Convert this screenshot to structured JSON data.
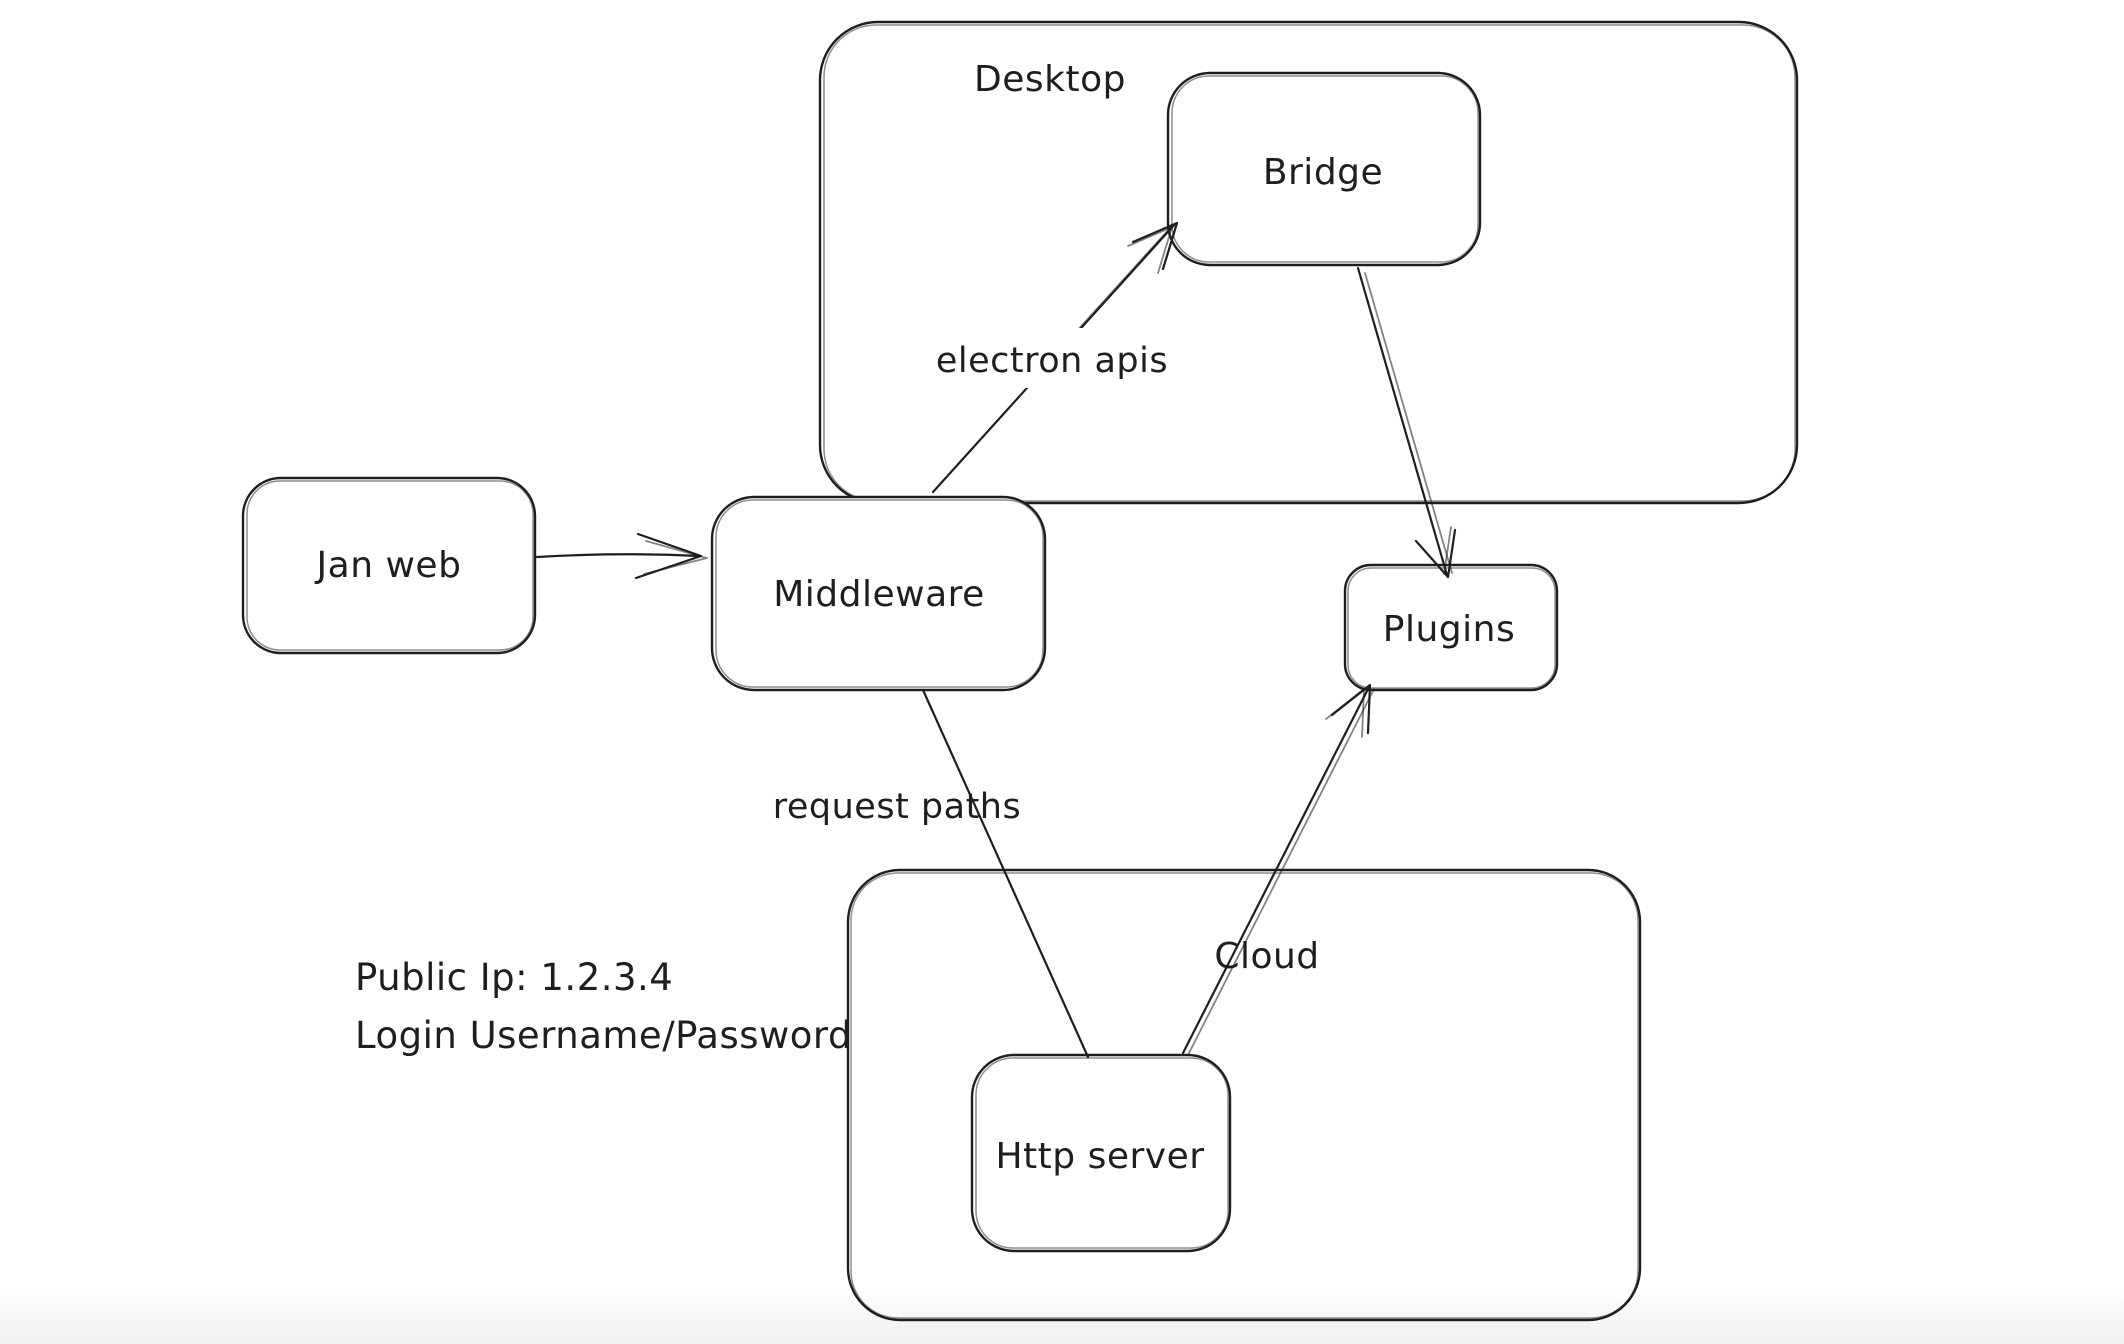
{
  "canvas": {
    "background": "#ffffff",
    "stroke_color": "#1e1e1e"
  },
  "containers": {
    "desktop": {
      "label": "Desktop"
    },
    "cloud": {
      "label": "Cloud"
    }
  },
  "nodes": {
    "jan_web": {
      "label": "Jan web"
    },
    "middleware": {
      "label": "Middleware"
    },
    "bridge": {
      "label": "Bridge"
    },
    "plugins": {
      "label": "Plugins"
    },
    "http_server": {
      "label": "Http server"
    }
  },
  "edges": [
    {
      "from": "jan_web",
      "to": "middleware",
      "label": "",
      "arrowhead": true
    },
    {
      "from": "middleware",
      "to": "bridge",
      "label": "electron apis",
      "arrowhead": true
    },
    {
      "from": "bridge",
      "to": "plugins",
      "label": "",
      "arrowhead": true
    },
    {
      "from": "middleware",
      "to": "http_server",
      "label": "request paths",
      "arrowhead": false
    },
    {
      "from": "http_server",
      "to": "plugins",
      "label": "",
      "arrowhead": true
    }
  ],
  "annotations": {
    "public_ip": "Public Ip: 1.2.3.4",
    "login": "Login Username/Password"
  }
}
